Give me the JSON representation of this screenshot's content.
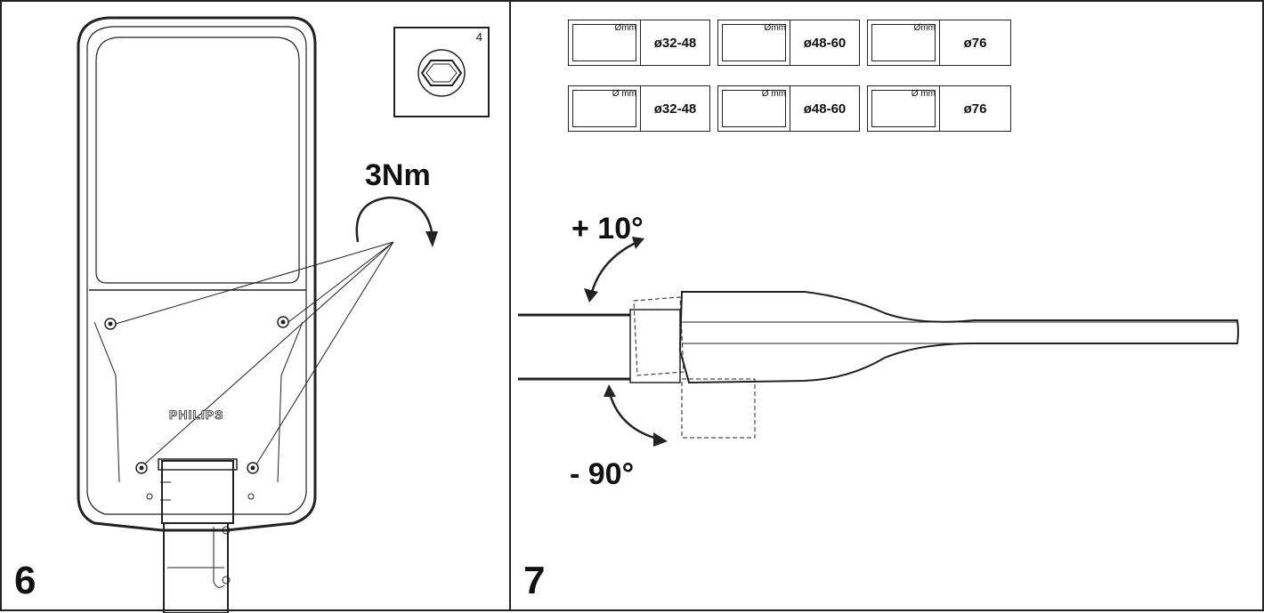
{
  "steps": [
    {
      "number": "6",
      "torque": "3Nm",
      "brand": "PHILIPS",
      "tool_size": "4"
    },
    {
      "number": "7",
      "angle_up": "+ 10°",
      "angle_down": "- 90°"
    }
  ],
  "spec_table": {
    "mm_label": "Ømm",
    "mm_label_spaced": "Ø mm",
    "side_entry": [
      "ø32-48",
      "ø48-60",
      "ø76"
    ],
    "post_top": [
      "ø32-48",
      "ø48-60",
      "ø76"
    ]
  },
  "colors": {
    "line": "#222222",
    "background": "#ffffff"
  }
}
